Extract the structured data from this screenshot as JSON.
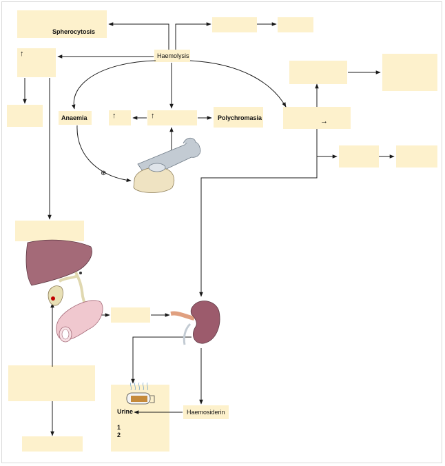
{
  "labels": {
    "spherocytosis": "Spherocytosis",
    "haemolysis": "Haemolysis",
    "anaemia": "Anaemia",
    "polychromasia": "Polychromasia",
    "haemosiderin": "Haemosiderin",
    "urine": "Urine",
    "item1": "1",
    "item2": "2",
    "arrow_left_box": "↑",
    "arrow_mid1": "↑",
    "arrow_mid2": "↑",
    "right_arrow": "→",
    "plus_sign": "⊕"
  },
  "colors": {
    "box_fill": "#fdf1cc",
    "line": "#1a1a1a",
    "liver": "#a46a78",
    "bone": "#c3cbd3",
    "marrow": "#efe3c2",
    "intestine": "#f0c8cf",
    "kidney": "#9c5b6c",
    "gall_bladder": "#e8e0b6"
  }
}
